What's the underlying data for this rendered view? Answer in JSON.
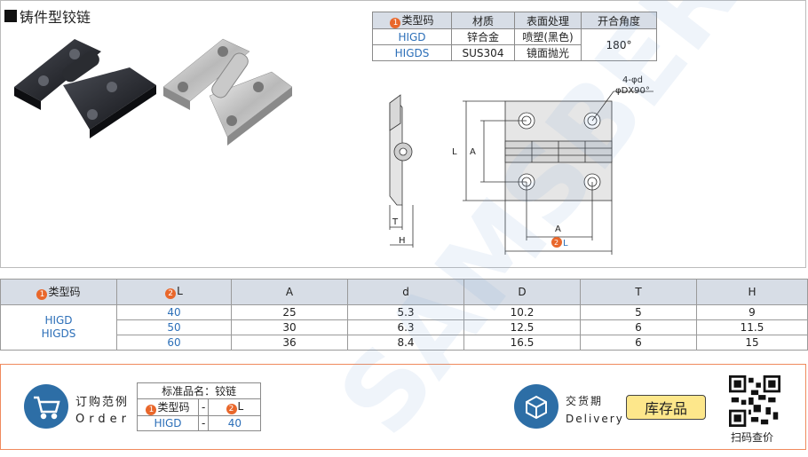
{
  "header": {
    "title": "铸件型铰链"
  },
  "spec_table": {
    "headers": [
      "类型码",
      "材质",
      "表面处理",
      "开合角度"
    ],
    "header_num": "1",
    "rows": [
      {
        "code": "HIGD",
        "material": "锌合金",
        "surface": "喷塑(黑色)"
      },
      {
        "code": "HIGDS",
        "material": "SUS304",
        "surface": "镜面抛光"
      }
    ],
    "angle": "180°"
  },
  "drawing": {
    "holes_label": "4-φd",
    "csk_label": "φDX90°",
    "label_L": "L",
    "label_A_vertical": "A",
    "label_A_horizontal": "A",
    "label_L_bottom": "L",
    "label_L_bottom_num": "2",
    "label_T": "T",
    "label_H": "H",
    "watermark": "SAMSBER"
  },
  "dim_table": {
    "headers": [
      "类型码",
      "L",
      "A",
      "d",
      "D",
      "T",
      "H"
    ],
    "header_nums": [
      "1",
      "2"
    ],
    "codes": [
      "HIGD",
      "HIGDS"
    ],
    "rows": [
      {
        "L": "40",
        "A": "25",
        "d": "5.3",
        "D": "10.2",
        "T": "5",
        "H": "9"
      },
      {
        "L": "50",
        "A": "30",
        "d": "6.3",
        "D": "12.5",
        "T": "6",
        "H": "11.5"
      },
      {
        "L": "60",
        "A": "36",
        "d": "8.4",
        "D": "16.5",
        "T": "6",
        "H": "15"
      }
    ]
  },
  "order": {
    "title": "订购范例",
    "subtitle": "Order",
    "std_name": "标准品名：铰链",
    "col1": "类型码",
    "col1_num": "1",
    "col2": "L",
    "col2_num": "2",
    "dash": "-",
    "example_code": "HIGD",
    "example_L": "40"
  },
  "delivery": {
    "title": "交货期",
    "subtitle": "Delivery",
    "stock_label": "库存品"
  },
  "qr": {
    "label": "扫码查价"
  },
  "colors": {
    "accent_blue": "#2c6fb8",
    "badge_orange": "#e9672b",
    "header_bg": "#d7dde6",
    "stock_yellow": "#fde78b"
  }
}
